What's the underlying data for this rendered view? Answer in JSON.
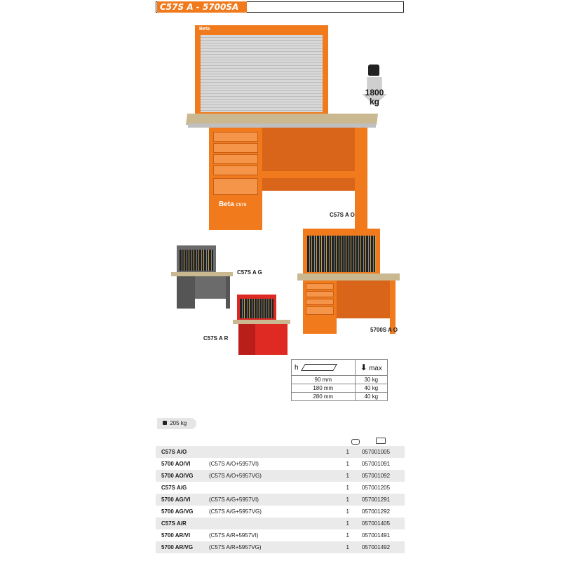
{
  "header": {
    "title": "C57S A - 5700SA"
  },
  "images": {
    "main_brand": "Beta",
    "main_badge": "C57S",
    "main_caption": "C57S A O",
    "grey_caption": "C57S A G",
    "red_caption": "C57S A R",
    "orange_panel_caption": "5700S A O",
    "load": {
      "value": "1800",
      "unit": "kg",
      "icon": "weight-icon"
    }
  },
  "capacity_table": {
    "header": {
      "h_label": "h",
      "max_label": "max",
      "drawer_icon": "drawer-icon",
      "load_icon": "load-arrow-icon"
    },
    "rows": [
      {
        "h": "90 mm",
        "max": "30 kg"
      },
      {
        "h": "180 mm",
        "max": "40 kg"
      },
      {
        "h": "280 mm",
        "max": "40 kg"
      }
    ]
  },
  "weight_pill": {
    "text": "205 kg",
    "icon": "weight-icon"
  },
  "product_list": {
    "header_icons": [
      "quantity-icon",
      "article-icon"
    ],
    "rows": [
      {
        "code": "C57S A/O",
        "desc": "",
        "qty": "1",
        "article": "057001005"
      },
      {
        "code": "5700 AO/VI",
        "desc": "(C57S A/O+5957VI)",
        "qty": "1",
        "article": "057001091"
      },
      {
        "code": "5700 AO/VG",
        "desc": "(C57S A/O+5957VG)",
        "qty": "1",
        "article": "057001092"
      },
      {
        "code": "C57S A/G",
        "desc": "",
        "qty": "1",
        "article": "057001205"
      },
      {
        "code": "5700 AG/VI",
        "desc": "(C57S A/G+5957VI)",
        "qty": "1",
        "article": "057001291"
      },
      {
        "code": "5700 AG/VG",
        "desc": "(C57S A/G+5957VG)",
        "qty": "1",
        "article": "057001292"
      },
      {
        "code": "C57S A/R",
        "desc": "",
        "qty": "1",
        "article": "057001405"
      },
      {
        "code": "5700 AR/VI",
        "desc": "(C57S A/R+5957VI)",
        "qty": "1",
        "article": "057001491"
      },
      {
        "code": "5700 AR/VG",
        "desc": "(C57S A/R+5957VG)",
        "qty": "1",
        "article": "057001492"
      }
    ]
  },
  "colors": {
    "orange": "#f07a1c",
    "grey": "#6b6b6b",
    "red": "#de2a23"
  }
}
